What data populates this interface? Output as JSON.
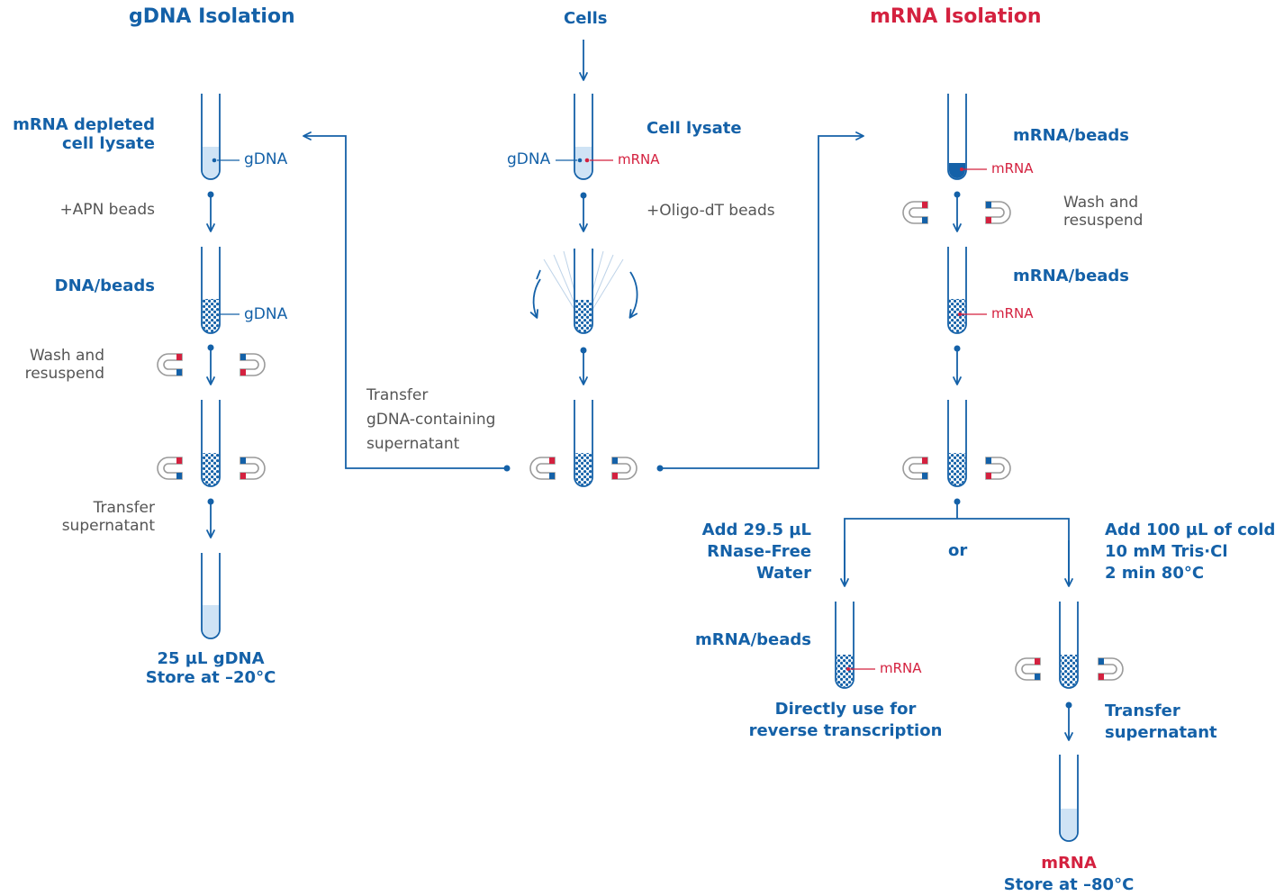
{
  "titles": {
    "gdna": "gDNA Isolation",
    "cells": "Cells",
    "mrna": "mRNA Isolation"
  },
  "left": {
    "depleted_line1": "mRNA depleted",
    "depleted_line2": "cell lysate",
    "gdna_label_1": "gDNA",
    "apn_beads": "+APN beads",
    "dna_beads": "DNA/beads",
    "gdna_label_2": "gDNA",
    "wash_line1": "Wash and",
    "wash_line2": "resuspend",
    "transfer_line1": "Transfer",
    "transfer_line2": "supernatant",
    "final_line1": "25 µL gDNA",
    "final_line2": "Store at –20°C"
  },
  "center": {
    "cell_lysate": "Cell lysate",
    "gdna_label": "gDNA",
    "mrna_label": "mRNA",
    "oligo_beads": "+Oligo-dT beads",
    "transfer_line1": "Transfer",
    "transfer_line2": "gDNA-containing",
    "transfer_line3": "supernatant"
  },
  "right": {
    "mrna_beads_1": "mRNA/beads",
    "mrna_label_1": "mRNA",
    "wash_line1": "Wash and",
    "wash_line2": "resuspend",
    "mrna_beads_2": "mRNA/beads",
    "mrna_label_2": "mRNA",
    "add_water_line1": "Add 29.5 µL",
    "add_water_line2": "RNase-Free",
    "add_water_line3": "Water",
    "or": "or",
    "add_tris_line1": "Add 100 µL of cold",
    "add_tris_line2": "10 mM Tris·Cl",
    "add_tris_line3": "2 min 80°C",
    "mrna_beads_3": "mRNA/beads",
    "mrna_label_3": "mRNA",
    "direct_line1": "Directly use for",
    "direct_line2": "reverse transcription",
    "transfer_line1": "Transfer",
    "transfer_line2": "supernatant",
    "final_line1": "mRNA",
    "final_line2": "Store at –80°C"
  },
  "colors": {
    "primary_blue": "#1461a8",
    "accent_red": "#d4213f",
    "text_gray": "#555555",
    "liquid": "#cfe3f5",
    "magnet_gray": "#9a9a9a"
  }
}
